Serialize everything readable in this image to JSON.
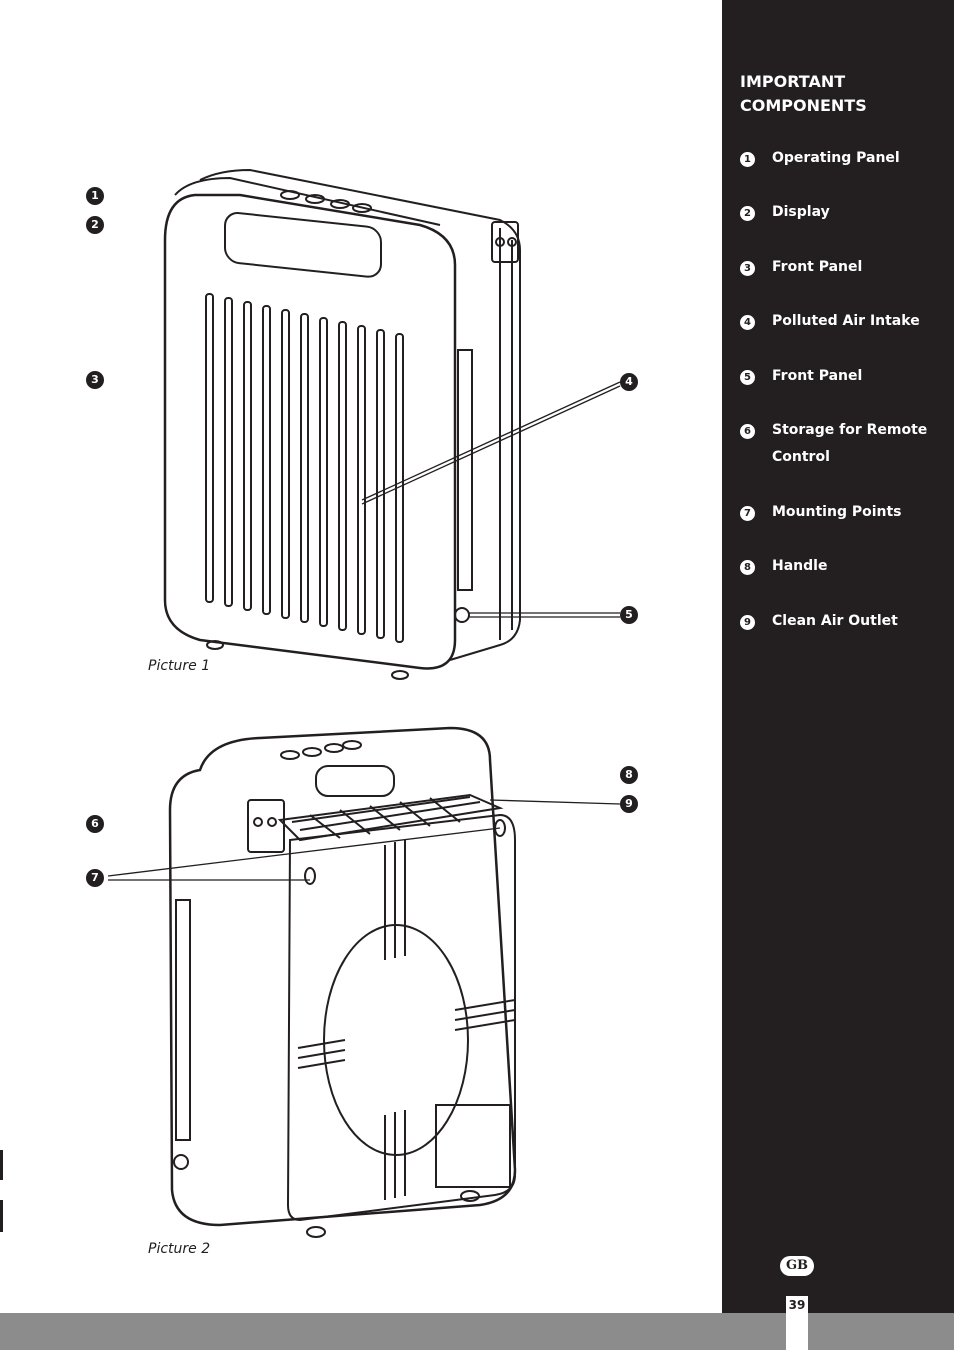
{
  "sidebar": {
    "title": "IMPORTANT COMPONENTS",
    "items": [
      {
        "num": "1",
        "label": "Operating Panel"
      },
      {
        "num": "2",
        "label": "Display"
      },
      {
        "num": "3",
        "label": "Front Panel"
      },
      {
        "num": "4",
        "label": "Polluted Air Intake"
      },
      {
        "num": "5",
        "label": "Front Panel"
      },
      {
        "num": "6",
        "label": "Storage for Remote Control"
      },
      {
        "num": "7",
        "label": "Mounting Points"
      },
      {
        "num": "8",
        "label": "Handle"
      },
      {
        "num": "9",
        "label": "Clean Air Outlet"
      }
    ]
  },
  "figures": {
    "picture1_caption": "Picture 1",
    "picture2_caption": "Picture 2",
    "picture1_callouts": [
      "1",
      "2",
      "3",
      "4",
      "5"
    ],
    "picture2_callouts": [
      "8",
      "9",
      "6",
      "7"
    ]
  },
  "footer": {
    "language_badge": "GB",
    "page_number": "39"
  },
  "colors": {
    "sidebar_bg": "#231f20",
    "footer_bar": "#8c8c8c",
    "text_dark": "#231f20"
  }
}
